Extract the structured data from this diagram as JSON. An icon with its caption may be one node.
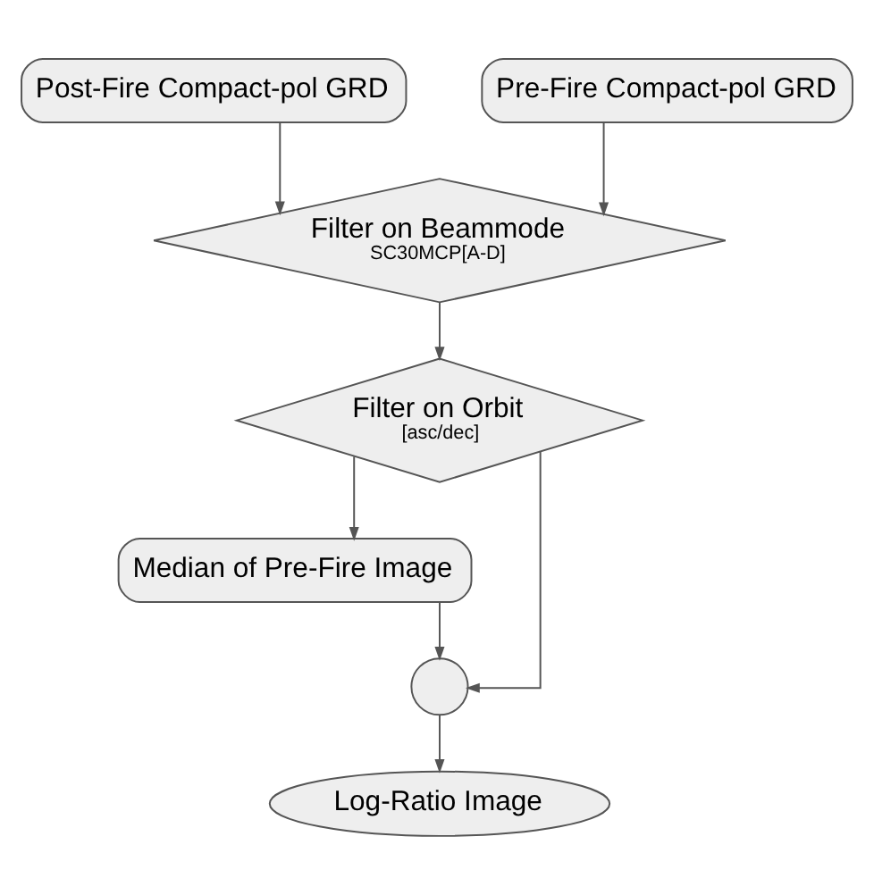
{
  "diagram": {
    "nodes": [
      {
        "text": [
          "Post-Fire Compact-pol GRD"
        ]
      },
      {
        "text": [
          "Pre-Fire Compact-pol GRD"
        ]
      },
      {
        "text": [
          "Filter on Beammode",
          "SC30MCP[A-D]"
        ]
      },
      {
        "text": [
          "Filter on Orbit",
          "[asc/dec]"
        ]
      },
      {
        "text": [
          "Median of Pre-Fire Image"
        ]
      },
      {
        "text": [],
        "shape": "circle"
      },
      {
        "text": [
          "Log-Ratio Image"
        ]
      }
    ],
    "edges": [
      {
        "from": 0,
        "to": 2,
        "arrow": "to"
      },
      {
        "from": 1,
        "to": 2,
        "arrow": "to"
      },
      {
        "from": 2,
        "to": 3,
        "arrow": "to"
      },
      {
        "from": 3,
        "to": 5,
        "arrow": "to"
      },
      {
        "from": 3,
        "to": 4,
        "arrow": "to"
      },
      {
        "from": 4,
        "to": 5,
        "arrow": "to"
      },
      {
        "from": 5,
        "to": 6,
        "arrow": "to"
      }
    ]
  }
}
